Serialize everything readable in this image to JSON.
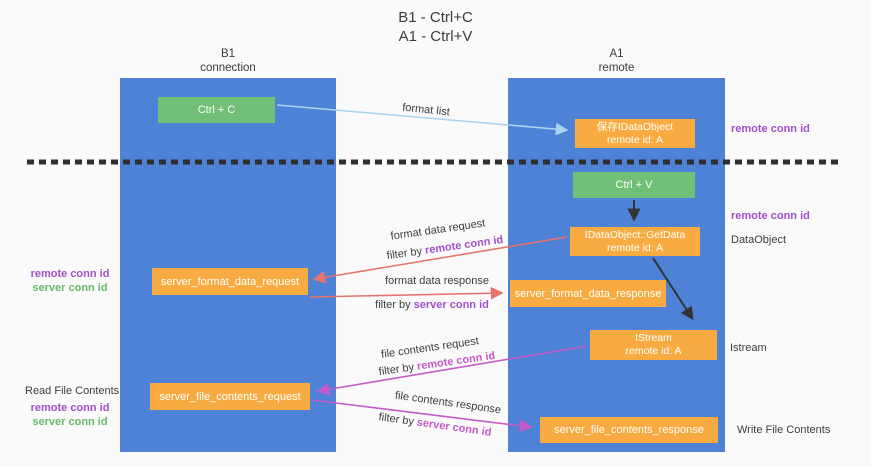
{
  "title": {
    "line1": "B1 - Ctrl+C",
    "line2": "A1 - Ctrl+V"
  },
  "columns": {
    "left": {
      "name": "B1",
      "role": "connection"
    },
    "right": {
      "name": "A1",
      "role": "remote"
    }
  },
  "nodes": {
    "ctrl_c": {
      "label": "Ctrl + C"
    },
    "save_idataobject": {
      "line1": "保存IDataObject",
      "line2": "remote id: A"
    },
    "ctrl_v": {
      "label": "Ctrl + V"
    },
    "getdata": {
      "line1": "IDataObject::GetData",
      "line2": "remote id: A"
    },
    "server_format_data_request": {
      "label": "server_format_data_request"
    },
    "server_format_data_response": {
      "label": "server_format_data_response"
    },
    "istream": {
      "line1": "IStream",
      "line2": "remote id: A"
    },
    "server_file_contents_request": {
      "label": "server_file_contents_request"
    },
    "server_file_contents_response": {
      "label": "server_file_contents_response"
    }
  },
  "arrow_labels": {
    "format_list": "format list",
    "format_data_request": "format data request",
    "format_data_response": "format data response",
    "file_contents_request": "file contents request",
    "file_contents_response": "file contents response",
    "filter_by": "filter by ",
    "remote_conn_id": "remote conn id",
    "server_conn_id": "server conn id"
  },
  "side_labels": {
    "remote_conn_id_top_right": "remote conn id",
    "remote_conn_id_mid_right": "remote conn id",
    "dataobject": "DataObject",
    "istream": "Istream",
    "write_file_contents": "Write File Contents",
    "read_file_contents": "Read File Contents",
    "remote_conn_id_left_1": "remote conn id",
    "server_conn_id_left_1": "server conn id",
    "remote_conn_id_left_2": "remote conn id",
    "server_conn_id_left_2": "server conn id"
  },
  "colors": {
    "bg": "#FAFAFA",
    "column-blue": "#4D82D6",
    "box-green": "#72BF77",
    "box-orange": "#F7AB40",
    "arrow-red": "#E8736E",
    "arrow-magenta": "#C45BC8",
    "arrow-lightblue": "#A9D3EE",
    "arrow-black": "#333333",
    "text-purple": "#A24FC8",
    "text-green": "#69B96B",
    "text-dark": "#3C3C3C"
  }
}
